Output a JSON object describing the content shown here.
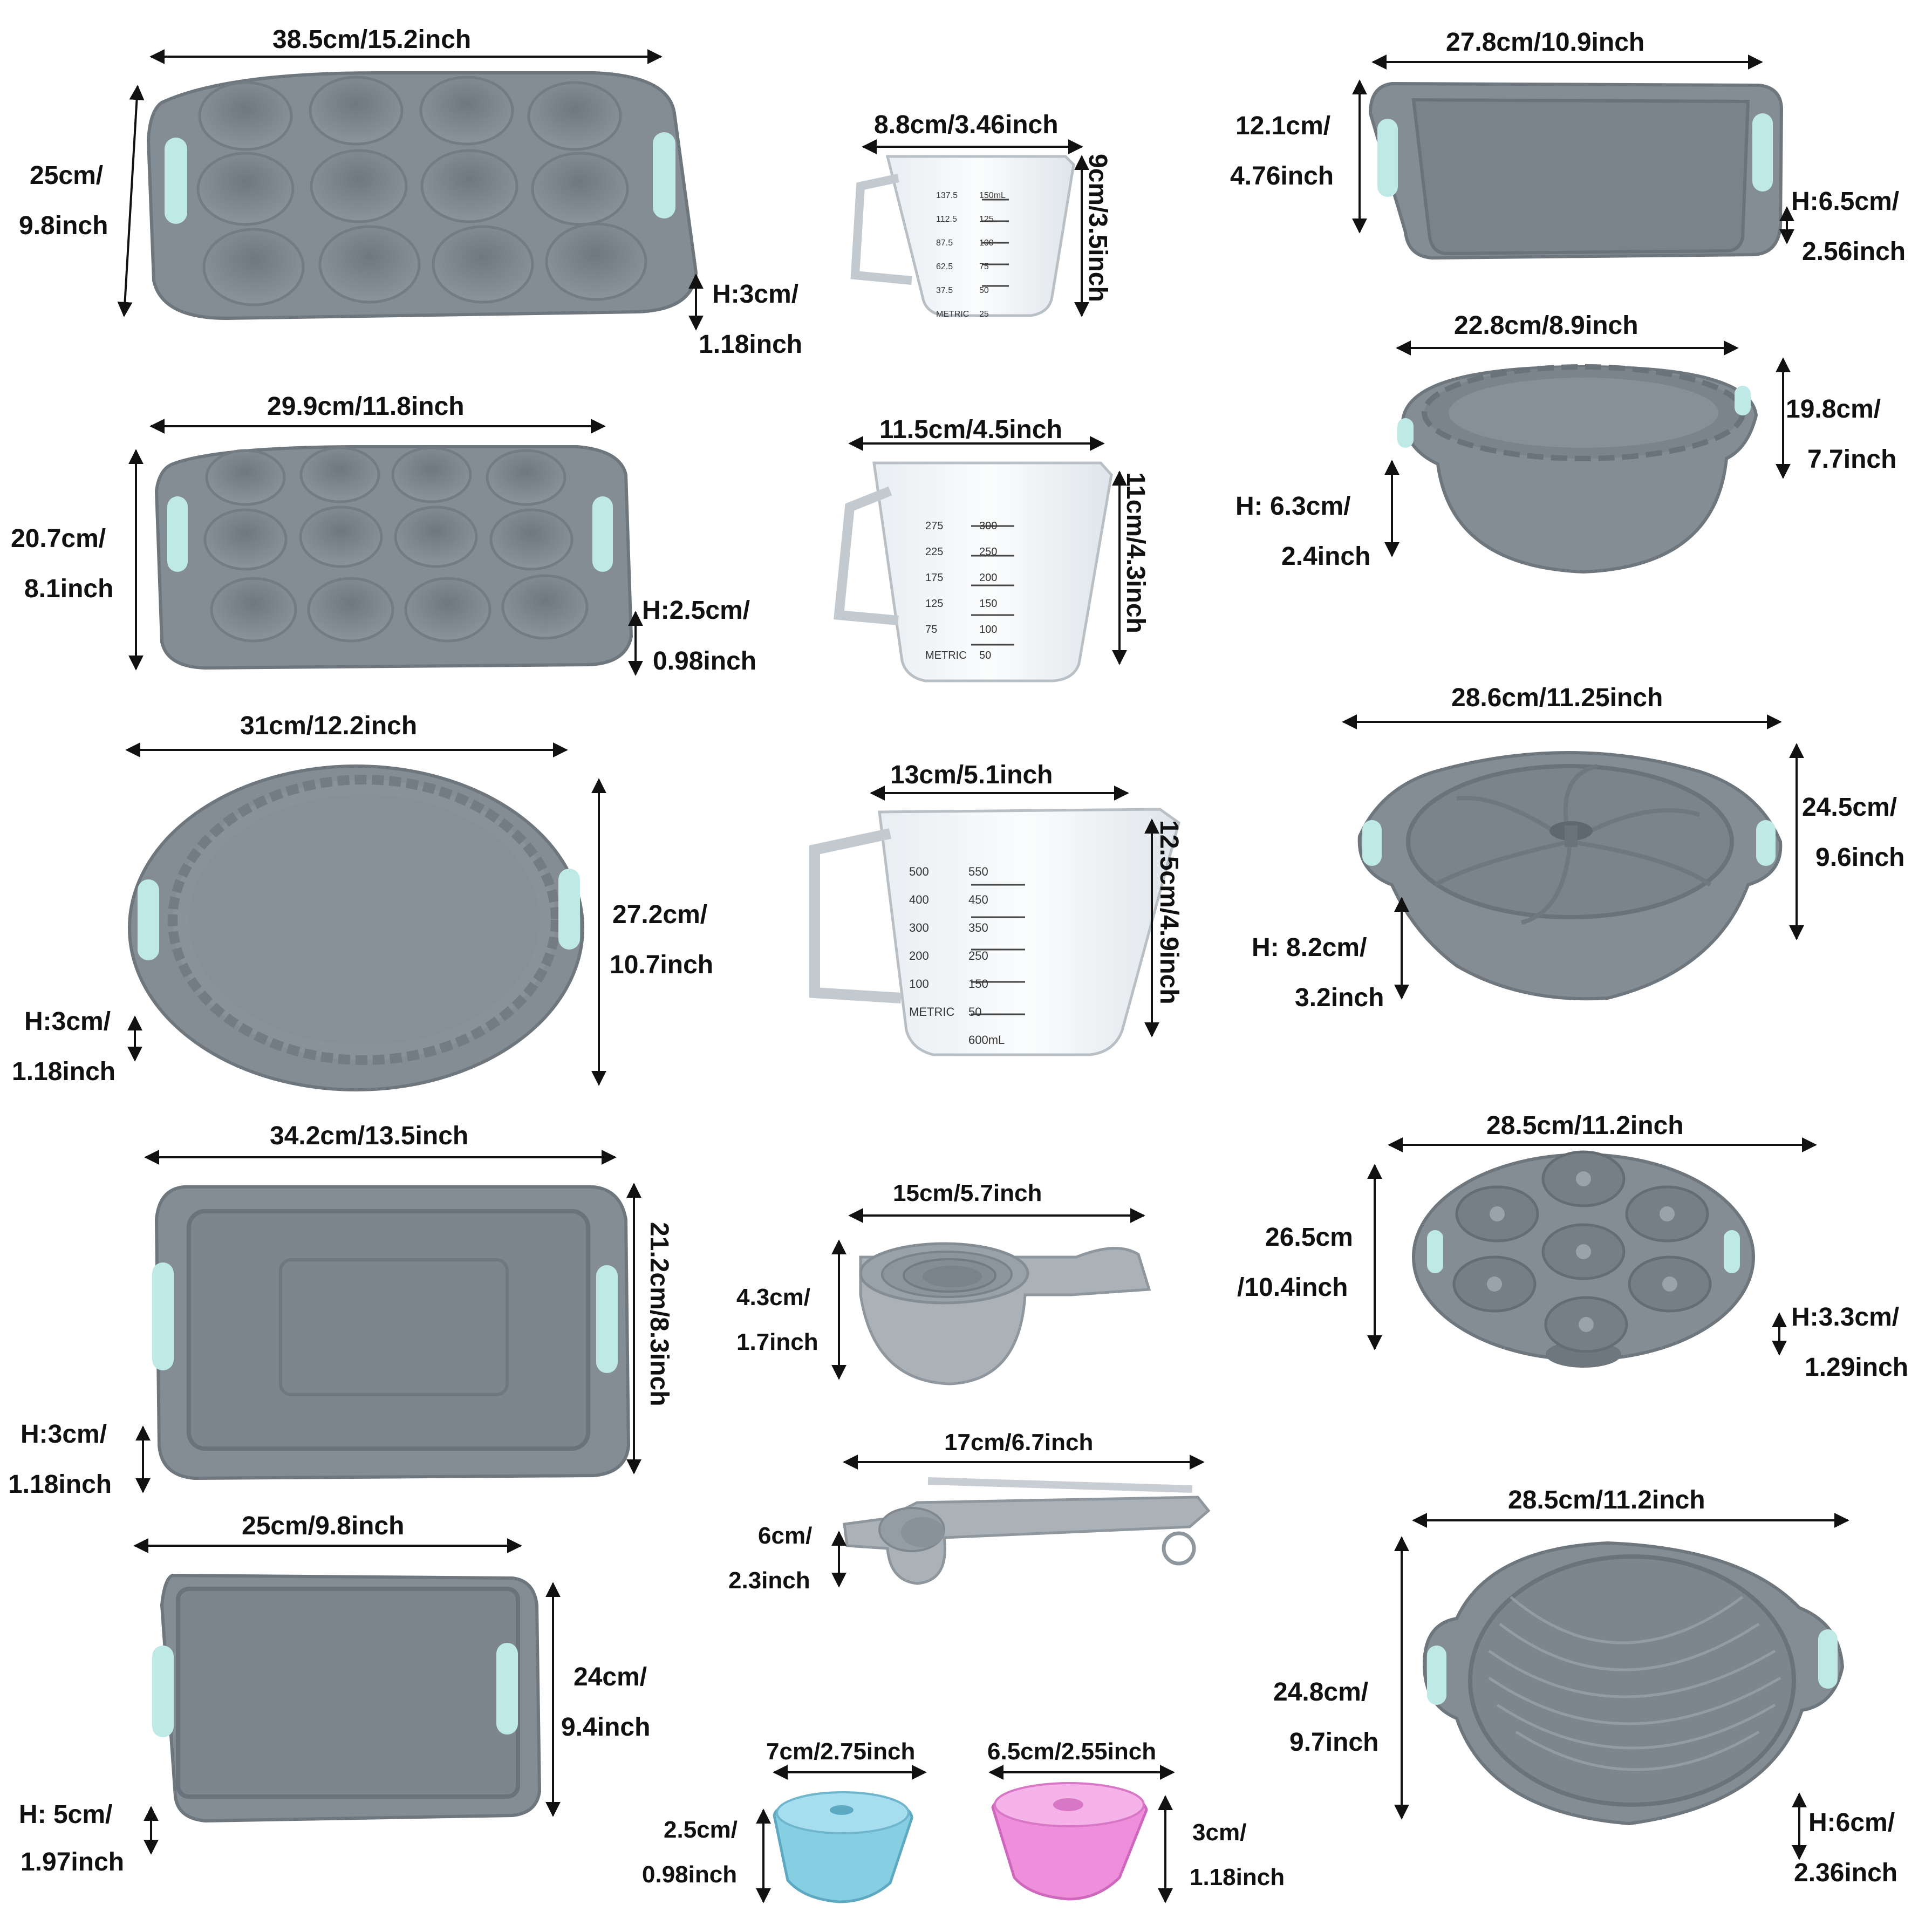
{
  "colors": {
    "pan_gray": "#848c94",
    "pan_dark": "#6e767e",
    "handle_teal": "#bfe9e6",
    "cup_blue": "#86cfe2",
    "cup_pink": "#ef8fdc",
    "text": "#111111"
  },
  "items": {
    "muffin12_large": {
      "width": "38.5cm/15.2inch",
      "depth_1": "25cm/",
      "depth_2": "9.8inch",
      "height_1": "H:3cm/",
      "height_2": "1.18inch"
    },
    "jug_small": {
      "width": "8.8cm/3.46inch",
      "height": "9cm/3.5inch",
      "marks": [
        "150mL",
        "125",
        "100",
        "75",
        "50",
        "25",
        "137.5",
        "112.5",
        "87.5",
        "62.5",
        "37.5",
        "METRIC"
      ]
    },
    "loaf_pan": {
      "width": "27.8cm/10.9inch",
      "depth_1": "12.1cm/",
      "depth_2": "4.76inch",
      "height_1": "H:6.5cm/",
      "height_2": "2.56inch"
    },
    "muffin12_small": {
      "width": "29.9cm/11.8inch",
      "depth_1": "20.7cm/",
      "depth_2": "8.1inch",
      "height_1": "H:2.5cm/",
      "height_2": "0.98inch"
    },
    "jug_medium": {
      "width": "11.5cm/4.5inch",
      "height": "11cm/4.3inch",
      "marks": [
        "300",
        "250",
        "200",
        "150",
        "100",
        "50",
        "275",
        "225",
        "175",
        "125",
        "75",
        "METRIC"
      ]
    },
    "fluted_round": {
      "width": "22.8cm/8.9inch",
      "depth_1": "19.8cm/",
      "depth_2": "7.7inch",
      "height_1": "H: 6.3cm/",
      "height_2": "2.4inch"
    },
    "tart_pan": {
      "width": "31cm/12.2inch",
      "depth_1": "27.2cm/",
      "depth_2": "10.7inch",
      "height_1": "H:3cm/",
      "height_2": "1.18inch"
    },
    "jug_large": {
      "width": "13cm/5.1inch",
      "height": "12.5cm/4.9inch",
      "marks": [
        "550",
        "450",
        "350",
        "250",
        "150",
        "50",
        "600mL",
        "500",
        "400",
        "300",
        "200",
        "100",
        "METRIC"
      ]
    },
    "bundt_pan": {
      "width": "28.6cm/11.25inch",
      "depth_1": "24.5cm/",
      "depth_2": "9.6inch",
      "height_1": "H: 8.2cm/",
      "height_2": "3.2inch"
    },
    "rect_pan": {
      "width": "34.2cm/13.5inch",
      "depth": "21.2cm/8.3inch",
      "height_1": "H:3cm/",
      "height_2": "1.18inch"
    },
    "measuring_cups": {
      "width": "15cm/5.7inch",
      "height_1": "4.3cm/",
      "height_2": "1.7inch"
    },
    "donut_pan": {
      "width": "28.5cm/11.2inch",
      "depth_1": "26.5cm",
      "depth_2": "/10.4inch",
      "height_1": "H:3.3cm/",
      "height_2": "1.29inch"
    },
    "measuring_spoons": {
      "width": "17cm/6.7inch",
      "height_1": "6cm/",
      "height_2": "2.3inch"
    },
    "square_pan": {
      "width": "25cm/9.8inch",
      "depth_1": "24cm/",
      "depth_2": "9.4inch",
      "height_1": "H: 5cm/",
      "height_2": "1.97inch"
    },
    "round_cake": {
      "width": "28.5cm/11.2inch",
      "depth_1": "24.8cm/",
      "depth_2": "9.7inch",
      "height_1": "H:6cm/",
      "height_2": "2.36inch"
    },
    "mini_bundt_blue": {
      "width": "7cm/2.75inch",
      "height_1": "2.5cm/",
      "height_2": "0.98inch"
    },
    "mini_bundt_pink": {
      "width": "6.5cm/2.55inch",
      "height_1": "3cm/",
      "height_2": "1.18inch"
    }
  }
}
